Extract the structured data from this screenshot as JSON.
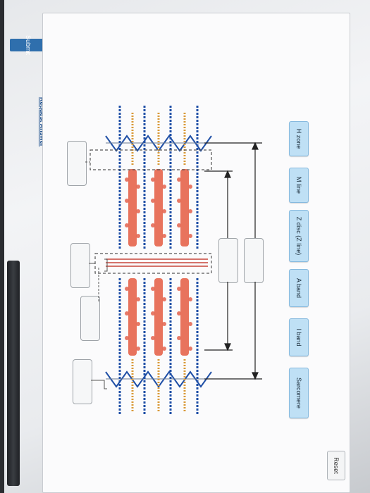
{
  "actions": {
    "submit_label": "Submit",
    "request_answer_label": "Request Answer",
    "reset_label": "Reset"
  },
  "labels": [
    "H zone",
    "M line",
    "Z disc (Z line)",
    "A band",
    "I band",
    "Sarcomere"
  ],
  "colors": {
    "submit": "#2f6fad",
    "chip": "#bfe0f5",
    "thin_filament": "#1f4fa6",
    "thick_filament": "#e8735d",
    "titin": "#d99a3a"
  }
}
